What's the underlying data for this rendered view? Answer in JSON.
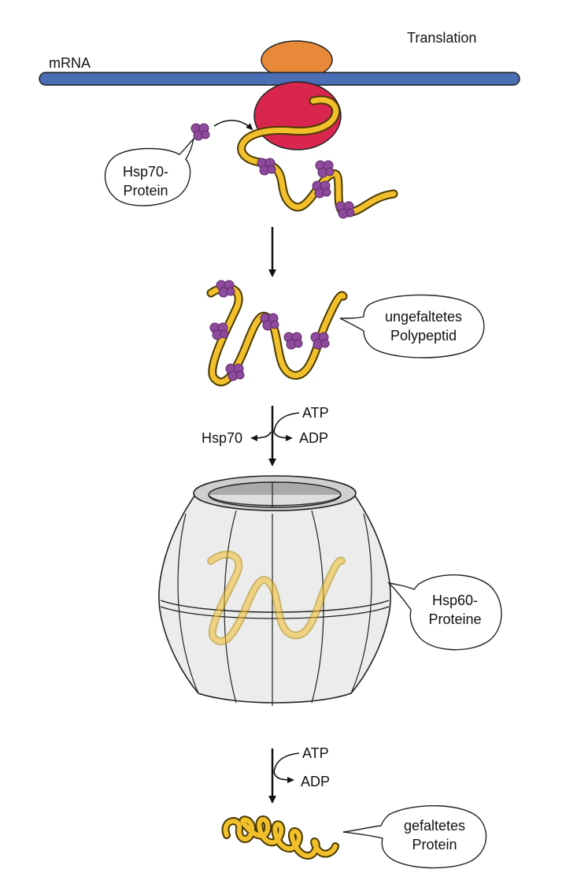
{
  "labels": {
    "translation": "Translation",
    "mrna": "mRNA",
    "hsp70_protein_line1": "Hsp70-",
    "hsp70_protein_line2": "Protein",
    "unfolded_line1": "ungefaltetes",
    "unfolded_line2": "Polypeptid",
    "atp_1": "ATP",
    "adp_1": "ADP",
    "hsp70_released": "Hsp70",
    "hsp60_line1": "Hsp60-",
    "hsp60_line2": "Proteine",
    "atp_2": "ATP",
    "adp_2": "ADP",
    "folded_line1": "gefaltetes",
    "folded_line2": "Protein"
  },
  "colors": {
    "mrna": "#4a6db3",
    "ribosome_small": "#e8893a",
    "ribosome_large": "#d8264f",
    "polypeptide": "#f2c02c",
    "polypeptide_outline": "#6b5200",
    "hsp70": "#8e4a9c",
    "chaperonin": "#ececec",
    "chaperonin_inner": "#a9a9a9"
  },
  "icons": {
    "hsp70": "hsp70-cluster-icon",
    "ribosome": "ribosome-icon",
    "chaperonin": "chaperonin-barrel-icon"
  }
}
